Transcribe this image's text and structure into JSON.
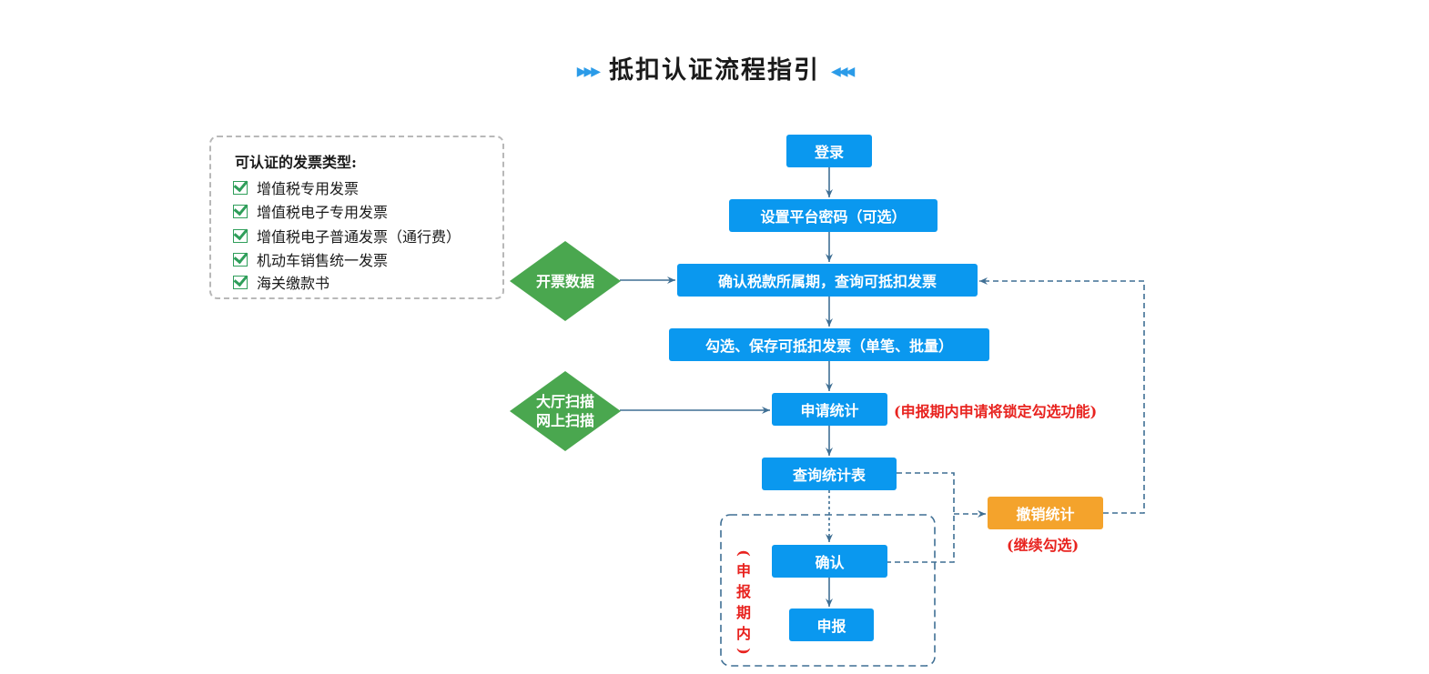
{
  "title": {
    "text": "抵扣认证流程指引",
    "left_arrows": "▶▶▶",
    "right_arrows": "◀◀◀"
  },
  "legend": {
    "title": "可认证的发票类型:",
    "items": [
      "增值税专用发票",
      "增值税电子专用发票",
      "增值税电子普通发票（通行费）",
      "机动车销售统一发票",
      "海关缴款书"
    ]
  },
  "flow": {
    "login": "登录",
    "set_password": "设置平台密码（可选）",
    "confirm_period": "确认税款所属期，查询可抵扣发票",
    "select_save": "勾选、保存可抵扣发票（单笔、批量）",
    "apply_stats": "申请统计",
    "query_stats": "查询统计表",
    "confirm": "确认",
    "declare": "申报",
    "cancel_stats": "撤销统计"
  },
  "sources": {
    "invoice_data": "开票数据",
    "scan_lines": [
      "大厅扫描",
      "网上扫描"
    ]
  },
  "notes": {
    "apply_note": "(申报期内申请将锁定勾选功能)",
    "cancel_note": "(继续勾选)",
    "period_note": [
      "(",
      "申",
      "报",
      "期",
      "内",
      ")"
    ]
  },
  "colors": {
    "process_blue": "#0a98ef",
    "source_green": "#4aa74f",
    "cancel_orange": "#f4a32c",
    "note_red": "#e8231f",
    "connector": "#3f6f94"
  }
}
